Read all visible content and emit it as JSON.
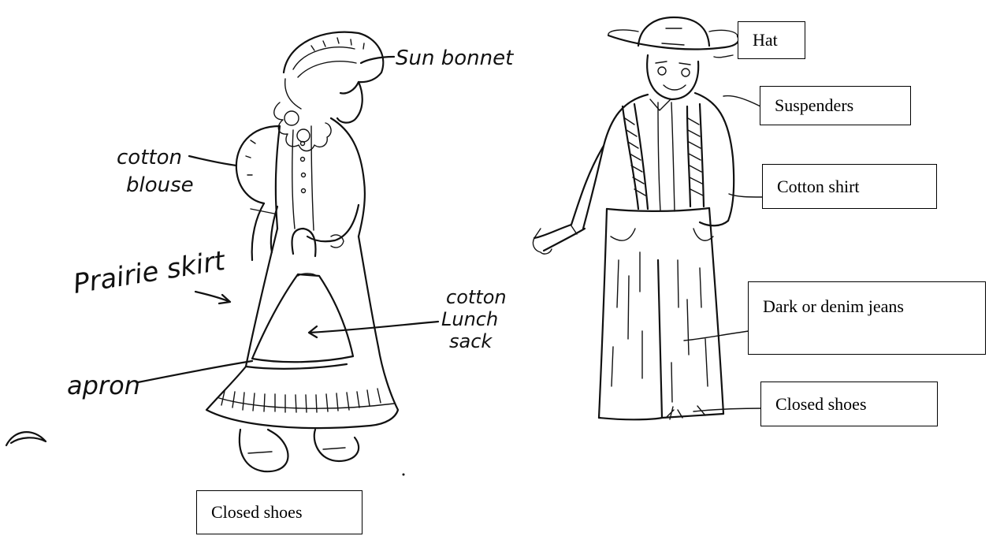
{
  "girl_labels": {
    "sun_bonnet": "Sun bonnet",
    "cotton_blouse_line1": "cotton",
    "cotton_blouse_line2": "blouse",
    "prairie_skirt": "Prairie skirt",
    "lunch_line1": "cotton",
    "lunch_line2": "Lunch",
    "lunch_line3": "sack",
    "apron": "apron"
  },
  "boxed_labels": {
    "hat": "Hat",
    "suspenders": "Suspenders",
    "cotton_shirt": "Cotton shirt",
    "jeans": "Dark or denim jeans",
    "closed_shoes_boy": "Closed shoes",
    "closed_shoes_girl": "Closed shoes"
  }
}
